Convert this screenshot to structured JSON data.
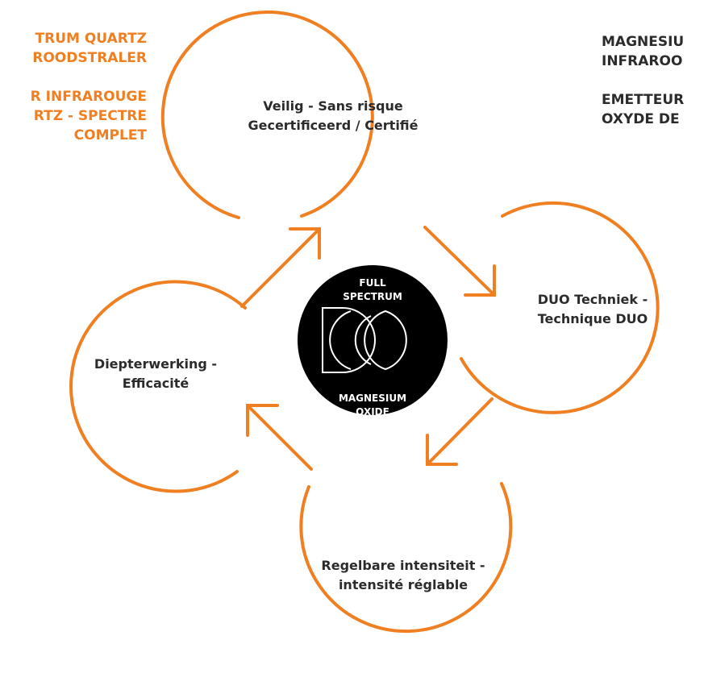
{
  "left_text": {
    "block1": "TRUM QUARTZ\nROODSTRALER",
    "block2": "R INFRAROUGE\nRTZ - SPECTRE\nCOMPLET"
  },
  "right_text": {
    "block1": "MAGNESIU\nINFRAROO",
    "block2": "EMETTEUR\nOXYDE DE"
  },
  "center_badge": {
    "top_text": "FULL\nSPECTRUM",
    "logo": "DUO",
    "bottom_text": "MAGNESIUM\nOXIDE"
  },
  "nodes": {
    "top": "Veilig - Sans risque\nGecertificeerd / Certifié",
    "right": "DUO Techniek -\nTechnique DUO",
    "bottom": "Regelbare  intensiteit -\nintensité réglable",
    "left": "Diepterwerking -\nEfficacité"
  },
  "colors": {
    "accent": "#f07f22",
    "text": "#2b2b2b",
    "badge": "#000000"
  },
  "icons": {
    "arrow": "arrow-icon",
    "logo": "duo-logo-icon"
  }
}
